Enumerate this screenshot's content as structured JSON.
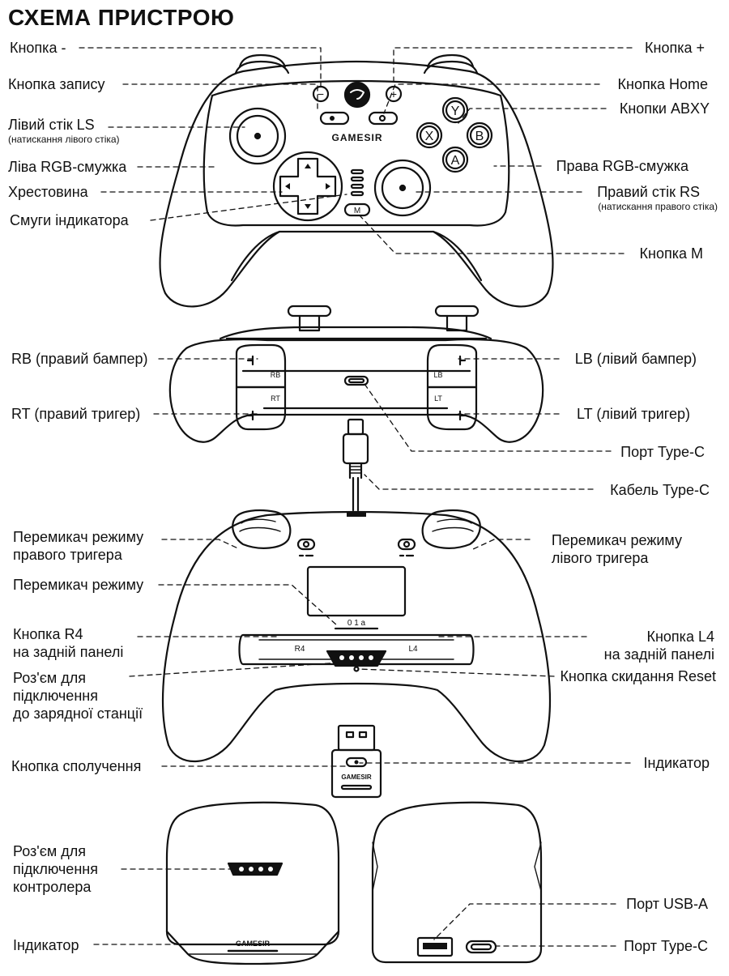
{
  "title": "СХЕМА ПРИСТРОЮ",
  "brand": "GAMESIR",
  "front": {
    "minus_button": "Кнопка -",
    "plus_button": "Кнопка +",
    "record_button": "Кнопка запису",
    "home_button": "Кнопка Home",
    "abxy_buttons": "Кнопки ABXY",
    "left_stick": "Лівий стік LS",
    "left_stick_note": "(натискання лівого стіка)",
    "left_rgb_strip": "Ліва RGB-смужка",
    "right_rgb_strip": "Права RGB-смужка",
    "dpad": "Хрестовина",
    "right_stick": "Правий стік RS",
    "right_stick_note": "(натискання правого стіка)",
    "indicator_strips": "Смуги індикатора",
    "m_button": "Кнопка M",
    "button_letters": {
      "y": "Y",
      "x": "X",
      "b": "B",
      "a": "A",
      "m": "M",
      "minus": "−",
      "plus": "+"
    }
  },
  "top": {
    "rb": "RB (правий бампер)",
    "lb": "LB (лівий бампер)",
    "rt": "RT (правий тригер)",
    "lt": "LT (лівий тригер)",
    "type_c_port": "Порт Type-C",
    "type_c_cable": "Кабель Type-C",
    "marks": {
      "rb": "RB",
      "rt": "RT",
      "lb": "LB",
      "lt": "LT"
    }
  },
  "back": {
    "right_trigger_switch": "Перемикач режиму\nправого тригера",
    "left_trigger_switch": "Перемикач режиму\nлівого тригера",
    "mode_switch": "Перемикач режиму",
    "r4_button": "Кнопка R4\nна задній панелі",
    "l4_button": "Кнопка L4\nна задній панелі",
    "charging_connector": "Роз'єм для\nпідключення\nдо зарядної станції",
    "reset_button": "Кнопка скидання Reset",
    "marks": {
      "r4": "R4",
      "l4": "L4",
      "mode": "0 1 a"
    }
  },
  "dongle": {
    "pair_button": "Кнопка сполучення",
    "indicator": "Індикатор"
  },
  "dock": {
    "controller_connector": "Роз'єм для\nпідключення\nконтролера",
    "indicator": "Індикатор",
    "usb_a_port": "Порт USB-A",
    "type_c_port": "Порт Type-C"
  }
}
